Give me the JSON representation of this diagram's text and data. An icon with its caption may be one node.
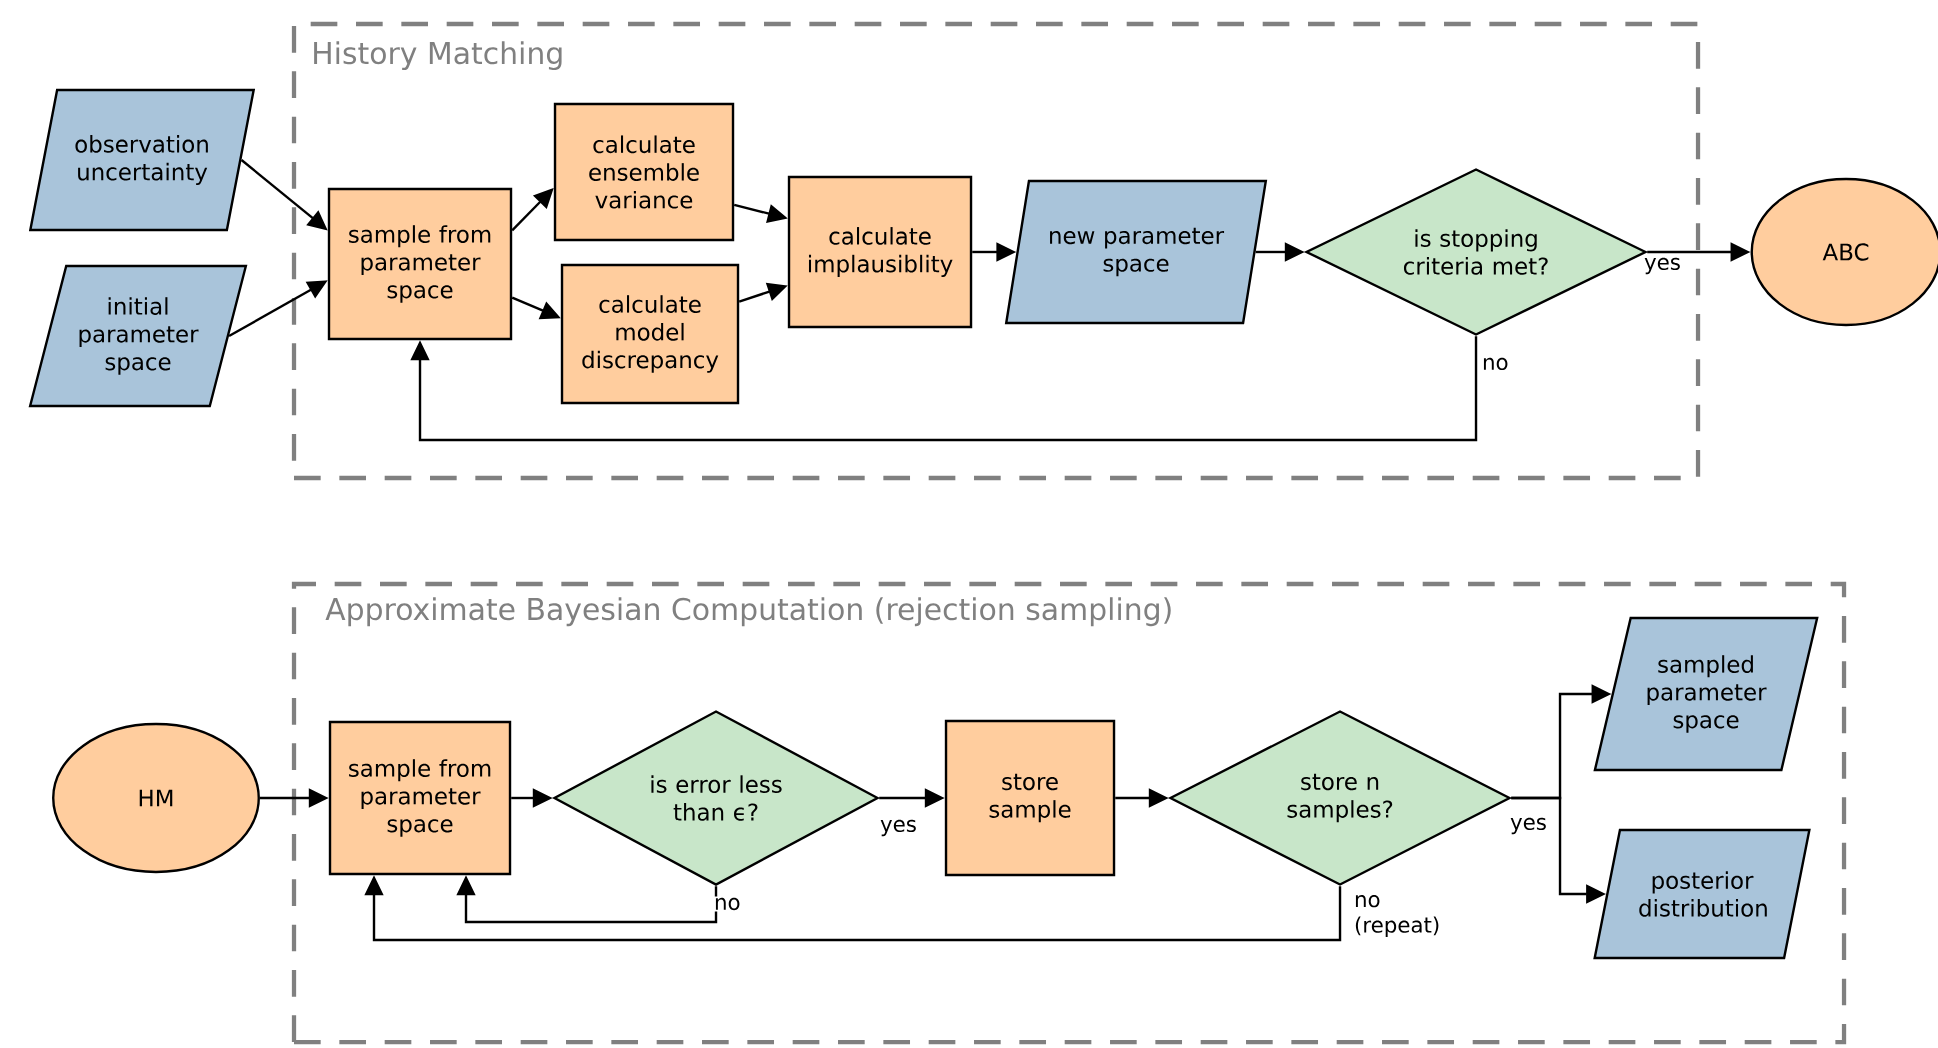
{
  "diagram": {
    "nodes": [
      {
        "text": [
          "History Matching"
        ]
      },
      {
        "text": [
          "observation uncertainty"
        ]
      },
      {
        "text": [
          "initial parameter space"
        ]
      },
      {
        "text": [
          "sample from parameter space"
        ],
        "in": 0
      },
      {
        "text": [
          "calculate ensemble variance"
        ],
        "in": 0
      },
      {
        "text": [
          "calculate model discrepancy"
        ],
        "in": 0
      },
      {
        "text": [
          "calculate implausiblity"
        ],
        "in": 0
      },
      {
        "text": [
          "new parameter space"
        ],
        "in": 0
      },
      {
        "text": [
          "is stopping criteria met?"
        ],
        "in": 0
      },
      {
        "text": [
          "ABC"
        ]
      },
      {
        "text": [
          "Approximate Bayesian Computation (rejection sampling)"
        ]
      },
      {
        "text": [
          "HM"
        ]
      },
      {
        "text": [
          "sample from parameter space"
        ],
        "in": 10
      },
      {
        "text": [
          "is error less than ϵ?"
        ],
        "in": 10
      },
      {
        "text": [
          "store sample"
        ],
        "in": 10
      },
      {
        "text": [
          "store n samples?"
        ],
        "in": 10
      },
      {
        "text": [
          "sampled parameter space"
        ],
        "in": 10
      },
      {
        "text": [
          "posterior distribution"
        ],
        "in": 10
      }
    ],
    "edges": [
      {
        "from": 1,
        "to": 3,
        "arrow": "to"
      },
      {
        "from": 2,
        "to": 3,
        "arrow": "to"
      },
      {
        "from": 3,
        "to": 4,
        "arrow": "to"
      },
      {
        "from": 3,
        "to": 5,
        "arrow": "to"
      },
      {
        "from": 4,
        "to": 6,
        "arrow": "to"
      },
      {
        "from": 5,
        "to": 6,
        "arrow": "to"
      },
      {
        "from": 6,
        "to": 7,
        "arrow": "to"
      },
      {
        "from": 7,
        "to": 8,
        "arrow": "to"
      },
      {
        "from": 8,
        "to": 9,
        "arrow": "to",
        "label": "yes"
      },
      {
        "from": 8,
        "to": 3,
        "arrow": "to",
        "label": "no"
      },
      {
        "from": 11,
        "to": 12,
        "arrow": "to"
      },
      {
        "from": 12,
        "to": 13,
        "arrow": "to"
      },
      {
        "from": 13,
        "to": 14,
        "arrow": "to",
        "label": "yes"
      },
      {
        "from": 13,
        "to": 12,
        "arrow": "to",
        "label": "no"
      },
      {
        "from": 14,
        "to": 15,
        "arrow": "to"
      },
      {
        "from": 15,
        "to": 16,
        "arrow": "to",
        "label": "yes"
      },
      {
        "from": 15,
        "to": 17,
        "arrow": "to"
      },
      {
        "from": 15,
        "to": 12,
        "arrow": "to",
        "label": "no (repeat)"
      }
    ]
  }
}
